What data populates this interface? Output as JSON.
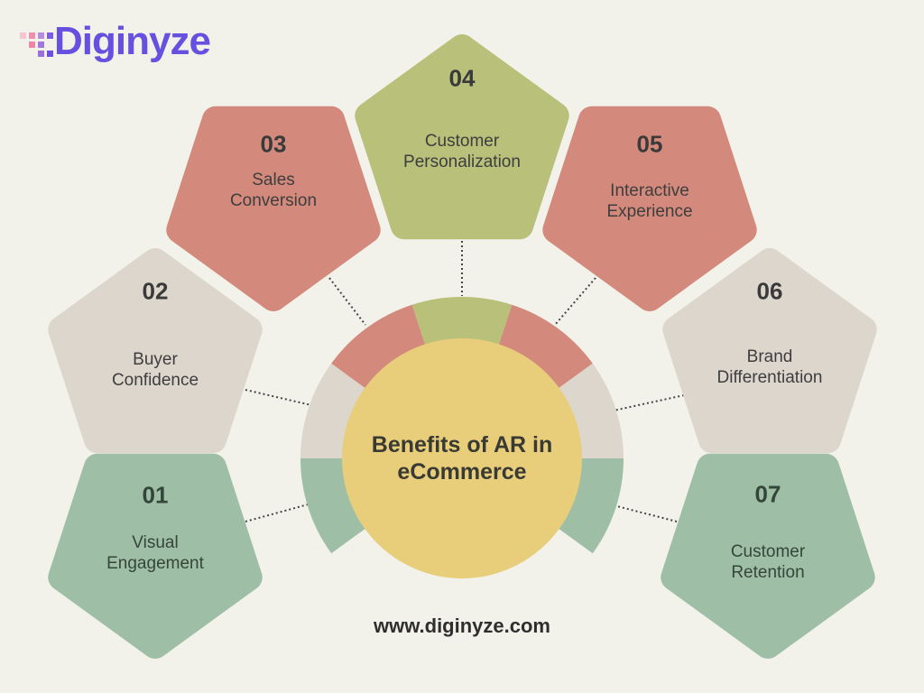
{
  "logo": {
    "text": "Diginyze"
  },
  "title": "Benefits of AR in eCommerce",
  "footer": "www.diginyze.com",
  "colors": {
    "red": "#d3897b",
    "olive": "#b8c07a",
    "gray": "#ddd6cd",
    "green": "#9ebea6",
    "center": "#e8cd7a",
    "logo": "#6650e0"
  },
  "items": [
    {
      "number": "01",
      "label_lines": [
        "Visual",
        "Engagement"
      ],
      "color": "green"
    },
    {
      "number": "02",
      "label_lines": [
        "Buyer",
        "Confidence"
      ],
      "color": "gray"
    },
    {
      "number": "03",
      "label_lines": [
        "Sales",
        "Conversion"
      ],
      "color": "red"
    },
    {
      "number": "04",
      "label_lines": [
        "Customer",
        "Personalization"
      ],
      "color": "olive"
    },
    {
      "number": "05",
      "label_lines": [
        "Interactive",
        "Experience"
      ],
      "color": "red"
    },
    {
      "number": "06",
      "label_lines": [
        "Brand",
        "Differentiation"
      ],
      "color": "gray"
    },
    {
      "number": "07",
      "label_lines": [
        "Customer",
        "Retention"
      ],
      "color": "green"
    }
  ]
}
